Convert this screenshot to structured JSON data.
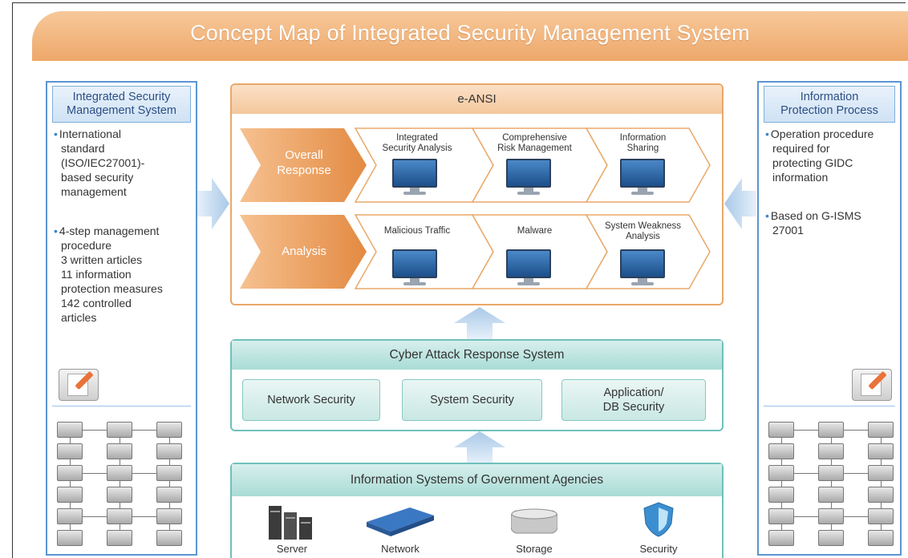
{
  "title": "Concept Map of Integrated Security Management System",
  "left_panel": {
    "heading_line1": "Integrated Security",
    "heading_line2": "Management System",
    "bullet1": [
      "International",
      "standard",
      "(ISO/IEC27001)-",
      "based security",
      "management"
    ],
    "bullet2": [
      "4-step management",
      "procedure",
      "3 written articles",
      "11 information",
      "protection measures",
      "142 controlled",
      "articles"
    ]
  },
  "right_panel": {
    "heading_line1": "Information",
    "heading_line2": "Protection Process",
    "bullet1": [
      "Operation procedure",
      "required for",
      "protecting GIDC",
      "information"
    ],
    "bullet2": [
      "Based on G-ISMS",
      "27001"
    ]
  },
  "eansi": {
    "title": "e-ANSI",
    "row1_label": [
      "Overall",
      "Response"
    ],
    "row2_label": [
      "Analysis"
    ],
    "cards_row1": [
      [
        "Integrated",
        "Security Analysis"
      ],
      [
        "Comprehensive",
        "Risk Management"
      ],
      [
        "Information",
        "Sharing"
      ]
    ],
    "cards_row2": [
      [
        "Malicious Traffic"
      ],
      [
        "Malware"
      ],
      [
        "System Weakness",
        "Analysis"
      ]
    ]
  },
  "cyber": {
    "title": "Cyber Attack Response System",
    "boxes": [
      "Network Security",
      "System Security",
      "Application/\nDB Security"
    ]
  },
  "infosys": {
    "title": "Information Systems of Government Agencies",
    "devices": [
      "Server",
      "Network",
      "Storage",
      "Security"
    ]
  },
  "colors": {
    "title_orange": "#eea86a",
    "panel_blue": "#5b95d3",
    "chevron_orange": "#e8924a",
    "teal": "#6fc0bb",
    "arrow_blue": "#b9d4ec"
  }
}
